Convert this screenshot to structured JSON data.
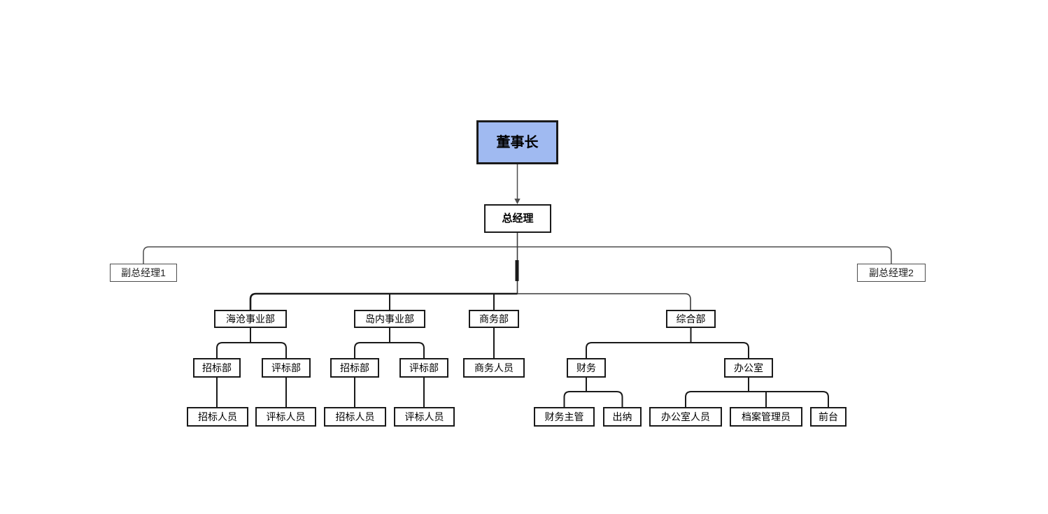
{
  "diagram_type": "org-chart",
  "colors": {
    "chairman_fill": "#a0baf1",
    "node_fill": "#ffffff",
    "node_border": "#1a1a1a",
    "line": "#1a1a1a",
    "gray_line": "#4d4d4d",
    "text": "#000000",
    "background": "#ffffff"
  },
  "nodes": {
    "chairman": {
      "label": "董事长"
    },
    "general_manager": {
      "label": "总经理"
    },
    "deputy_gm_1": {
      "label": "副总经理1"
    },
    "deputy_gm_2": {
      "label": "副总经理2"
    },
    "haicang_division": {
      "label": "海沧事业部"
    },
    "island_division": {
      "label": "岛内事业部"
    },
    "business_dept": {
      "label": "商务部"
    },
    "general_dept": {
      "label": "综合部"
    },
    "hc_bidding_dept": {
      "label": "招标部"
    },
    "hc_evaluation_dept": {
      "label": "评标部"
    },
    "in_bidding_dept": {
      "label": "招标部"
    },
    "in_evaluation_dept": {
      "label": "评标部"
    },
    "business_staff": {
      "label": "商务人员"
    },
    "finance": {
      "label": "财务"
    },
    "office": {
      "label": "办公室"
    },
    "hc_bidding_staff": {
      "label": "招标人员"
    },
    "hc_evaluation_staff": {
      "label": "评标人员"
    },
    "in_bidding_staff": {
      "label": "招标人员"
    },
    "in_evaluation_staff": {
      "label": "评标人员"
    },
    "finance_supervisor": {
      "label": "财务主管"
    },
    "cashier": {
      "label": "出纳"
    },
    "office_staff": {
      "label": "办公室人员"
    },
    "archive_manager": {
      "label": "档案管理员"
    },
    "front_desk": {
      "label": "前台"
    }
  },
  "hierarchy": [
    {
      "parent": "chairman",
      "child": "general_manager",
      "edge": "arrow"
    },
    {
      "parent": "general_manager",
      "child": "deputy_gm_1"
    },
    {
      "parent": "general_manager",
      "child": "deputy_gm_2"
    },
    {
      "parent": "general_manager",
      "child": "haicang_division"
    },
    {
      "parent": "general_manager",
      "child": "island_division"
    },
    {
      "parent": "general_manager",
      "child": "business_dept"
    },
    {
      "parent": "general_manager",
      "child": "general_dept"
    },
    {
      "parent": "haicang_division",
      "child": "hc_bidding_dept"
    },
    {
      "parent": "haicang_division",
      "child": "hc_evaluation_dept"
    },
    {
      "parent": "island_division",
      "child": "in_bidding_dept"
    },
    {
      "parent": "island_division",
      "child": "in_evaluation_dept"
    },
    {
      "parent": "business_dept",
      "child": "business_staff"
    },
    {
      "parent": "general_dept",
      "child": "finance"
    },
    {
      "parent": "general_dept",
      "child": "office"
    },
    {
      "parent": "hc_bidding_dept",
      "child": "hc_bidding_staff"
    },
    {
      "parent": "hc_evaluation_dept",
      "child": "hc_evaluation_staff"
    },
    {
      "parent": "in_bidding_dept",
      "child": "in_bidding_staff"
    },
    {
      "parent": "in_evaluation_dept",
      "child": "in_evaluation_staff"
    },
    {
      "parent": "finance",
      "child": "finance_supervisor"
    },
    {
      "parent": "finance",
      "child": "cashier"
    },
    {
      "parent": "office",
      "child": "office_staff"
    },
    {
      "parent": "office",
      "child": "archive_manager"
    },
    {
      "parent": "office",
      "child": "front_desk"
    }
  ]
}
